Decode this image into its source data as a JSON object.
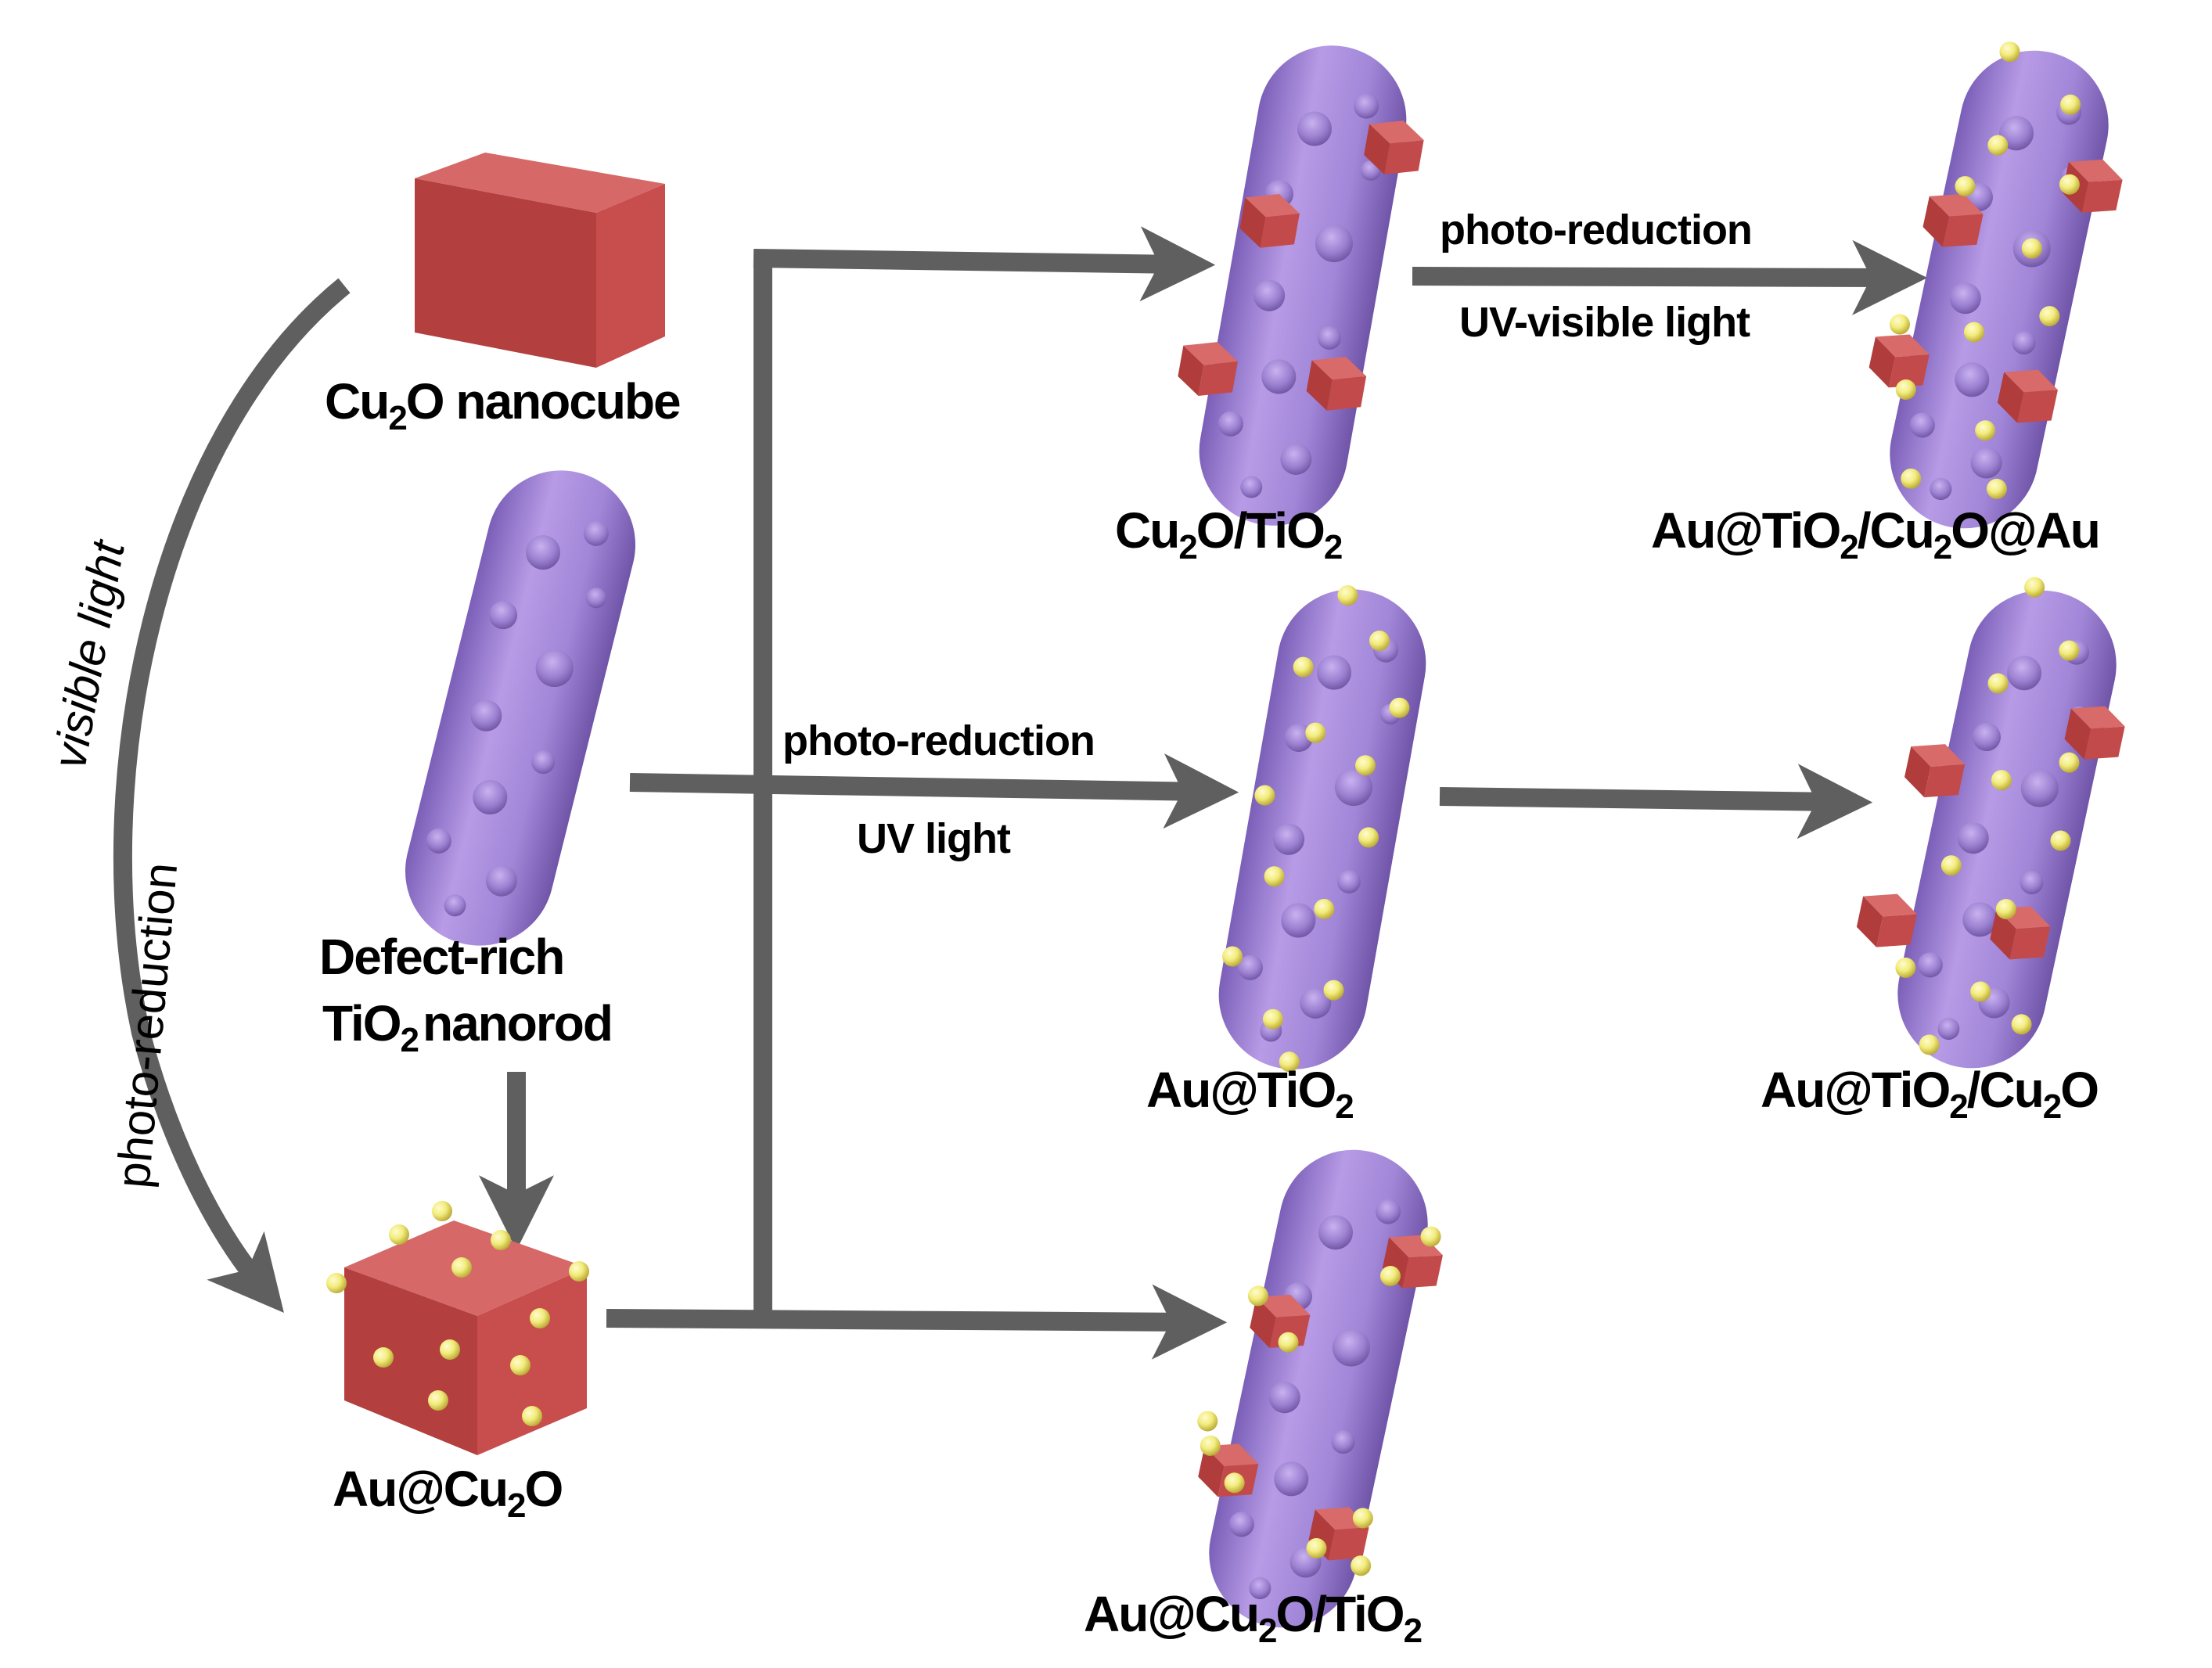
{
  "labels": {
    "cu2o_nanocube": {
      "pre": "Cu",
      "sub": "2",
      "post": "O nanocube"
    },
    "defect_rich_line1": "Defect-rich",
    "tio2_nanorod": {
      "pre": "TiO",
      "sub": "2",
      "post": "nanorod"
    },
    "au_cu2o": {
      "pre": "Au@Cu",
      "sub": "2",
      "post": "O"
    },
    "cu2o_tio2": {
      "p1": "Cu",
      "s1": "2",
      "p2": "O/TiO",
      "s2": "2"
    },
    "au_tio2": {
      "p1": "Au@TiO",
      "s1": "2"
    },
    "au_cu2o_tio2": {
      "p1": "Au@Cu",
      "s1": "2",
      "p2": "O/TiO",
      "s2": "2"
    },
    "au_tio2_cu2o_au": {
      "p1": "Au@TiO",
      "s1": "2",
      "p2": "/Cu",
      "s2": "2",
      "p3": "O@Au"
    },
    "au_tio2_cu2o": {
      "p1": "Au@TiO",
      "s1": "2",
      "p2": "/Cu",
      "s2": "2",
      "p3": "O"
    }
  },
  "process_labels": {
    "top_photo_reduction": "photo-reduction",
    "top_light": "UV-visible light",
    "mid_photo_reduction": "photo-reduction",
    "mid_light": "UV light",
    "curved_photo_reduction": "photo-reduction",
    "curved_light": "visible light"
  },
  "colors": {
    "arrow": "#5f5f5f",
    "nanorod": "#a58ad6",
    "nanocube": "#c24a4a",
    "gold_particle": "#ecea7a"
  }
}
